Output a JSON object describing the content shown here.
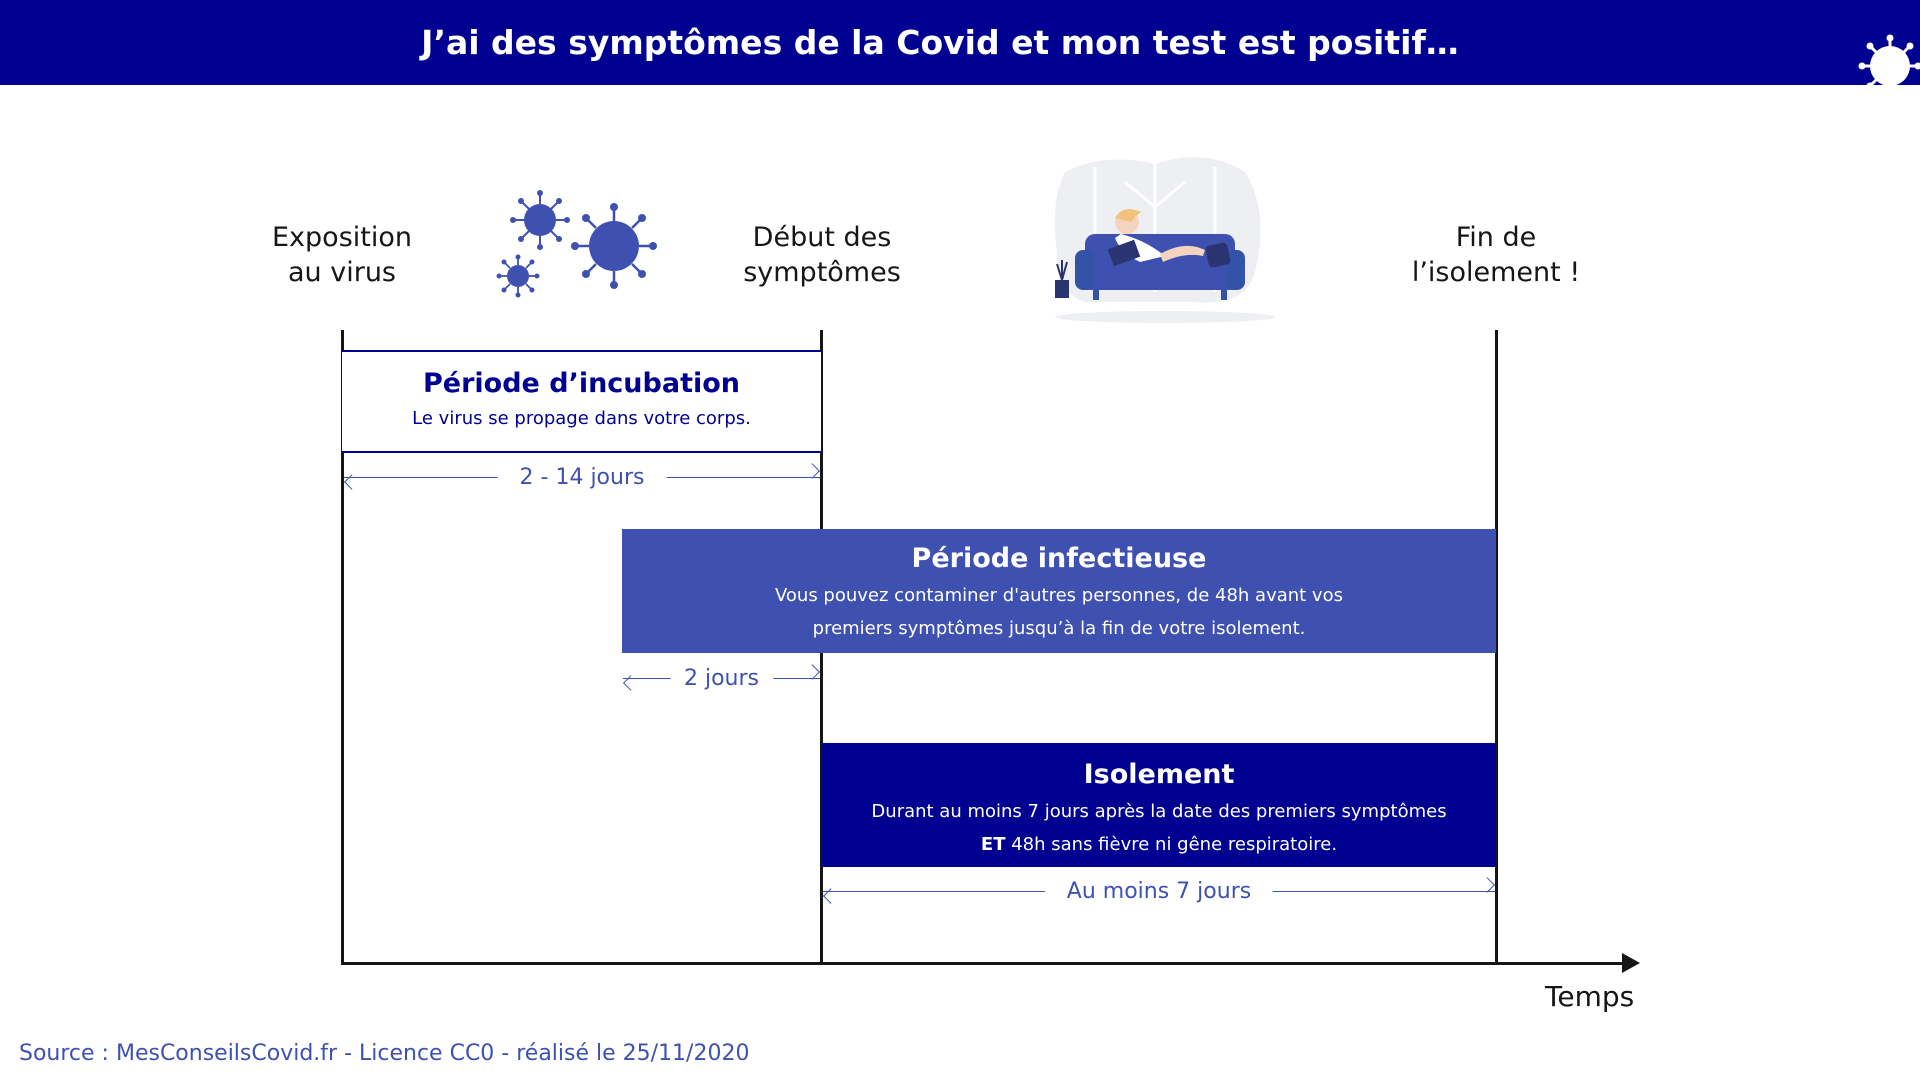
{
  "header": {
    "title": "J’ai des symptômes de la Covid et mon test est positif…"
  },
  "milestones": [
    {
      "id": "exposure",
      "label_line1": "Exposition",
      "label_line2": "au virus"
    },
    {
      "id": "symptoms",
      "label_line1": "Début des",
      "label_line2": "symptômes"
    },
    {
      "id": "end",
      "label_line1": "Fin de",
      "label_line2": "l’isolement !"
    }
  ],
  "phases": {
    "incubation": {
      "title": "Période d’incubation",
      "text": "Le virus se propage dans votre corps.",
      "duration": "2 - 14 jours"
    },
    "infectious": {
      "title": "Période infectieuse",
      "text_line1": "Vous pouvez contaminer d'autres personnes, de 48h avant vos",
      "text_line2": "premiers symptômes jusqu’à la fin de votre isolement.",
      "duration": "2 jours"
    },
    "isolation": {
      "title": "Isolement",
      "text_line1": "Durant au moins 7 jours après la date des premiers symptômes",
      "text_line2_bold": "ET",
      "text_line2_rest": " 48h sans fièvre ni gêne respiratoire.",
      "duration": "Au moins 7 jours"
    }
  },
  "axis": {
    "label": "Temps"
  },
  "source": "Source : MesConseilsCovid.fr - Licence CC0 - réalisé le 25/11/2020",
  "icons": [
    "virus-icon",
    "sofa-person-illustration",
    "corner-virus-icon"
  ],
  "colors": {
    "navy": "#000091",
    "medium_blue": "#3f51b0",
    "text": "#161616"
  }
}
